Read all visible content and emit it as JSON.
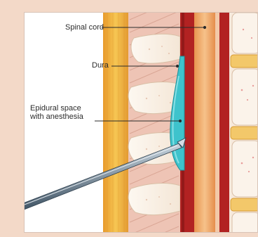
{
  "labels": {
    "spinal_cord": "Spinal cord",
    "dura": "Dura",
    "epidural_line1": "Epidural space",
    "epidural_line2": "with anesthesia"
  },
  "colors": {
    "background": "#f3d9c8",
    "fat_layer": "#f2b84a",
    "muscle": "#e9b8a6",
    "bone": "#fbf4ec",
    "dura": "#a51d1d",
    "spinal_cord": "#f0a766",
    "anesthesia": "#3fc5cf",
    "needle": "#4a5d6e"
  }
}
